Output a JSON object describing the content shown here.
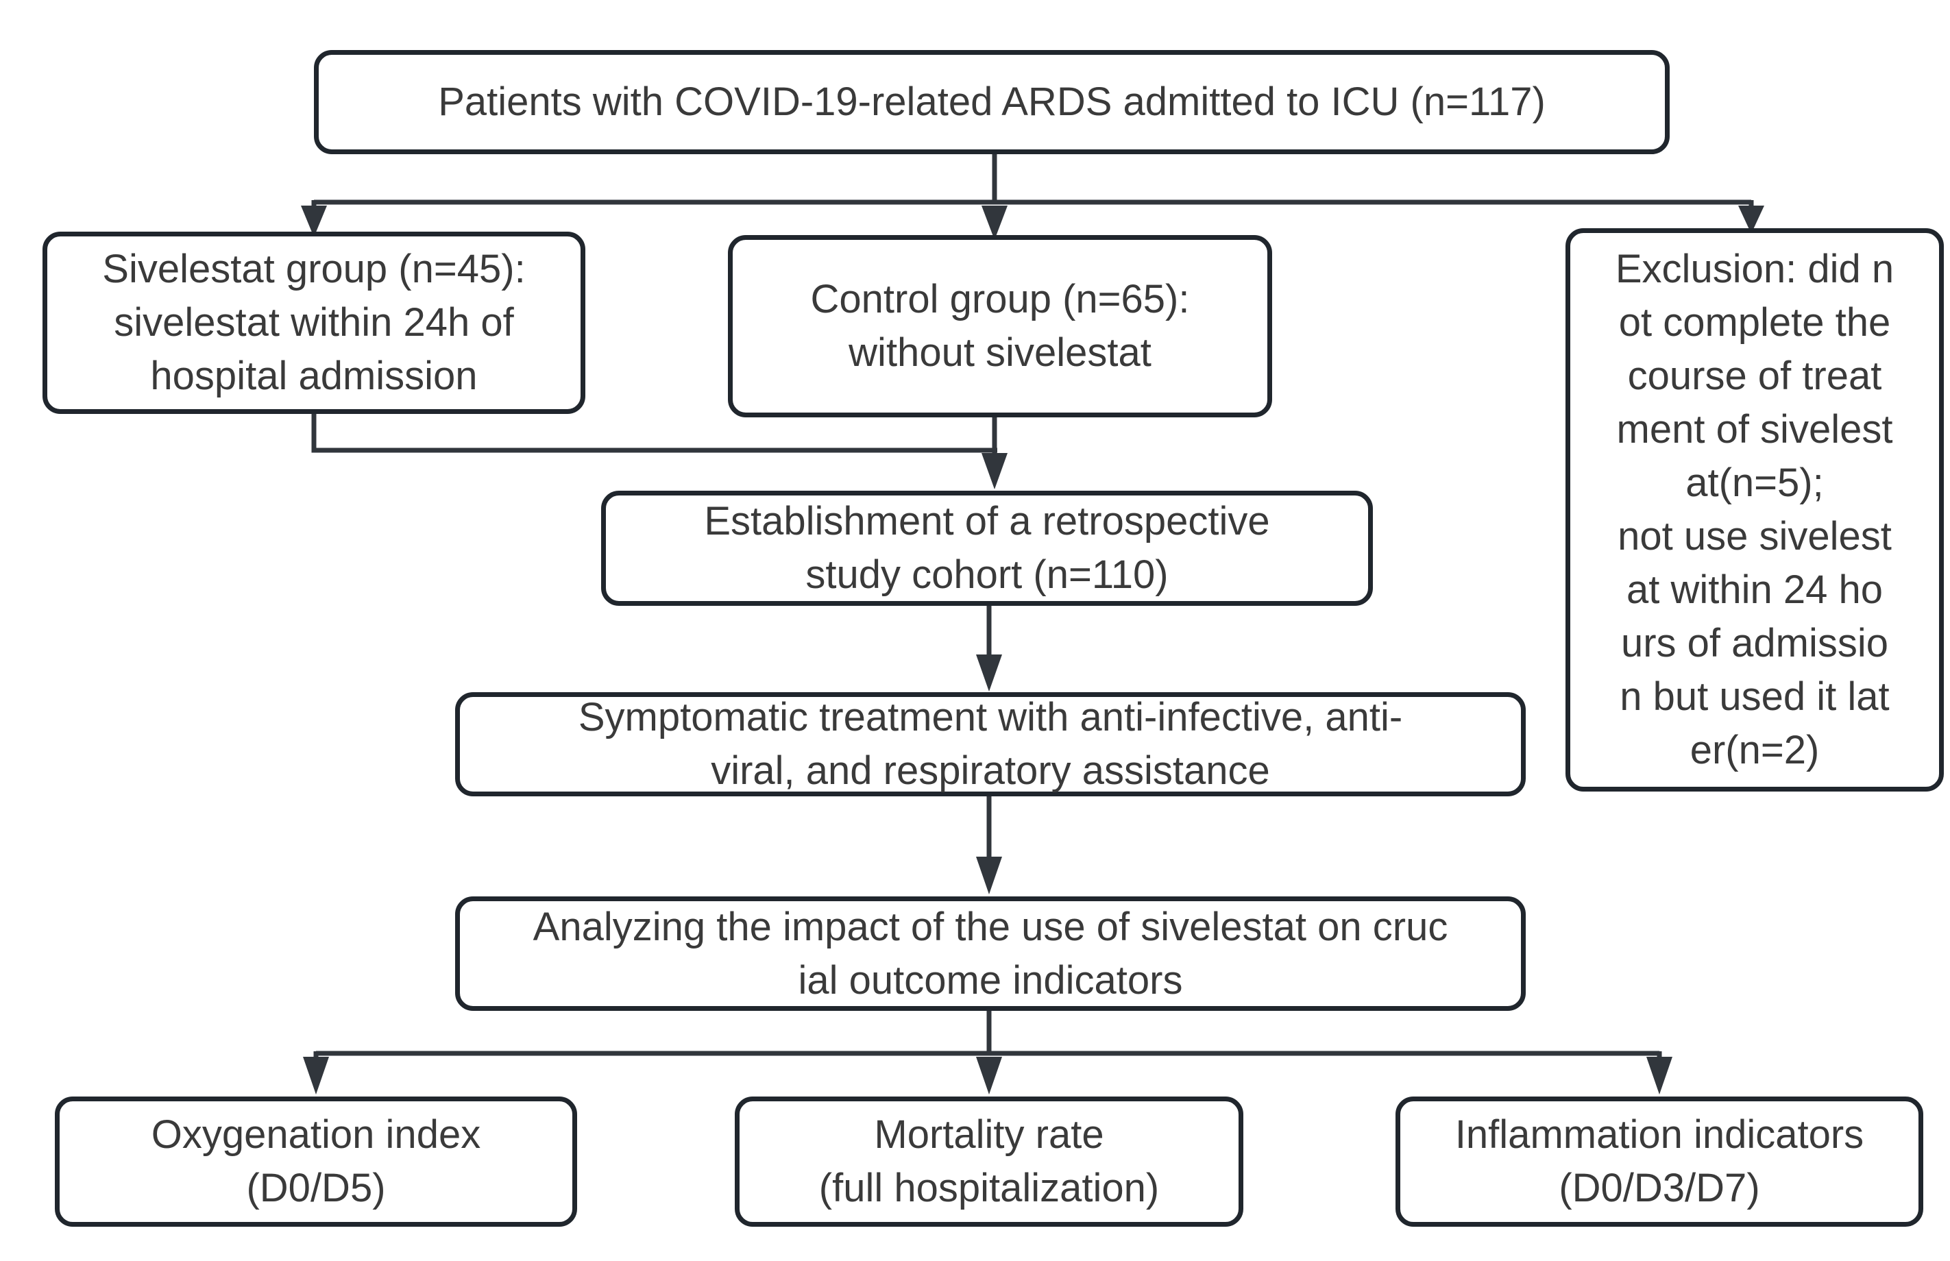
{
  "diagram": {
    "title": "COVID-19 ARDS sivelestat study flowchart",
    "colors": {
      "bg": "#ffffff",
      "border_color": "#20262d",
      "line_color": "#31363c",
      "text_color": "#3a3a3a"
    },
    "nodes": {
      "patients": {
        "text": "Patients with COVID-19-related ARDS admitted to ICU (n=117)"
      },
      "sivelestat_group": {
        "text": "Sivelestat group (n=45):\nsivelestat within 24h of\nhospital admission"
      },
      "control_group": {
        "text": "Control group (n=65):\nwithout sivelestat"
      },
      "exclusion": {
        "text": "Exclusion: did n\not complete the\ncourse of treat\nment of sivelest\nat(n=5);\nnot use sivelest\nat within 24 ho\nurs of admissio\nn but used it lat\ner(n=2)"
      },
      "cohort": {
        "text": "Establishment of a retrospective\nstudy cohort (n=110)"
      },
      "treatment": {
        "text": "Symptomatic treatment with anti-infective, anti-\nviral, and respiratory assistance"
      },
      "analysis": {
        "text": "Analyzing the impact of the use of sivelestat on cruc\nial outcome indicators"
      },
      "oxygenation": {
        "text": "Oxygenation index\n(D0/D5)"
      },
      "mortality": {
        "text": "Mortality rate\n(full hospitalization)"
      },
      "inflammation": {
        "text": "Inflammation indicators\n(D0/D3/D7)"
      }
    }
  }
}
